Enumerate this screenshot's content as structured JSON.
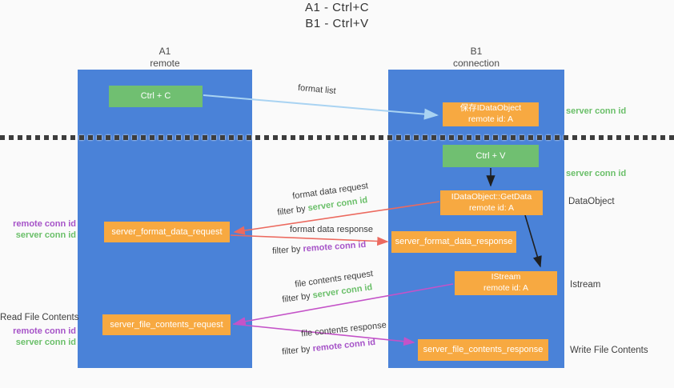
{
  "title": {
    "line1": "A1 - Ctrl+C",
    "line2": "B1 - Ctrl+V"
  },
  "columns": {
    "a": {
      "id": "A1",
      "name": "remote"
    },
    "b": {
      "id": "B1",
      "name": "connection"
    }
  },
  "nodes": {
    "ctrl_c": {
      "label": "Ctrl + C"
    },
    "ctrl_v": {
      "label": "Ctrl + V"
    },
    "save_idataobject": {
      "line1": "保存IDataObject",
      "line2": "remote id: A"
    },
    "getdata": {
      "line1": "IDataObject::GetData",
      "line2": "remote id: A"
    },
    "istream": {
      "line1": "IStream",
      "line2": "remote id: A"
    },
    "format_request": {
      "label": "server_format_data_request"
    },
    "format_response": {
      "label": "server_format_data_response"
    },
    "file_request": {
      "label": "server_file_contents_request"
    },
    "file_response": {
      "label": "server_file_contents_response"
    }
  },
  "side_labels": {
    "server_conn_id_top": "server conn id",
    "server_conn_id_mid": "server conn id",
    "dataobject": "DataObject",
    "istream": "Istream",
    "write_file_contents": "Write File Contents",
    "read_file_contents": "Read File Contents",
    "format_remote_conn_id": "remote conn id",
    "format_server_conn_id": "server conn id",
    "file_remote_conn_id": "remote conn id",
    "file_server_conn_id": "server conn id"
  },
  "arrow_labels": {
    "format_list": "format list",
    "format_data_request": "format data request",
    "format_data_response": "format data response",
    "file_contents_request": "file contents request",
    "file_contents_response": "file contents response",
    "filter_by": "filter by ",
    "filter_server_conn_id": "server conn id",
    "filter_remote_conn_id": "remote conn id"
  },
  "colors": {
    "column_blue": "#4a82d8",
    "node_green": "#70bf71",
    "node_orange": "#f7a941",
    "green_text": "#6abf69",
    "purple_text": "#a653c8",
    "red_arrow": "#ec6a5f",
    "magenta_arrow": "#c453c8",
    "light_blue_arrow": "#a9d3f2",
    "black_arrow": "#1f1f1f"
  }
}
